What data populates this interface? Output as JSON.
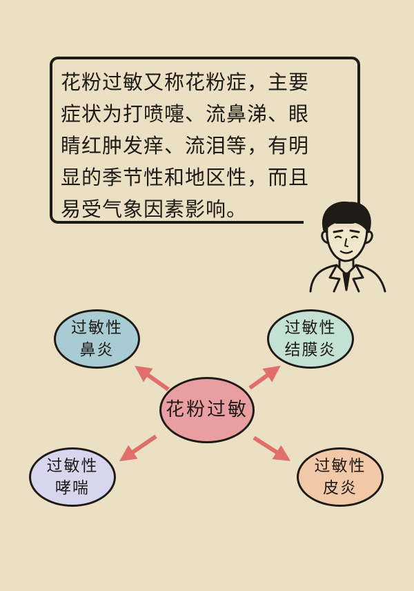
{
  "intro": {
    "lines": [
      "花粉过敏又称花粉症，主要",
      "症状为打喷嚏、流鼻涕、眼",
      "睛红肿发痒、流泪等，有明",
      "显的季节性和地区性，而且",
      "易受气象因素影响。"
    ]
  },
  "diagram": {
    "center": {
      "label": "花粉过敏",
      "color": "#e99ea2"
    },
    "nodes": [
      {
        "line1": "过敏性",
        "line2": "鼻炎",
        "color": "#a9ccd4"
      },
      {
        "line1": "过敏性",
        "line2": "结膜炎",
        "color": "#c3e1d4"
      },
      {
        "line1": "过敏性",
        "line2": "哮喘",
        "color": "#d8d5ef"
      },
      {
        "line1": "过敏性",
        "line2": "皮炎",
        "color": "#f2c9a8"
      }
    ],
    "arrow_color": "#df6f6a"
  },
  "doctor": {
    "icon": "doctor-icon"
  }
}
